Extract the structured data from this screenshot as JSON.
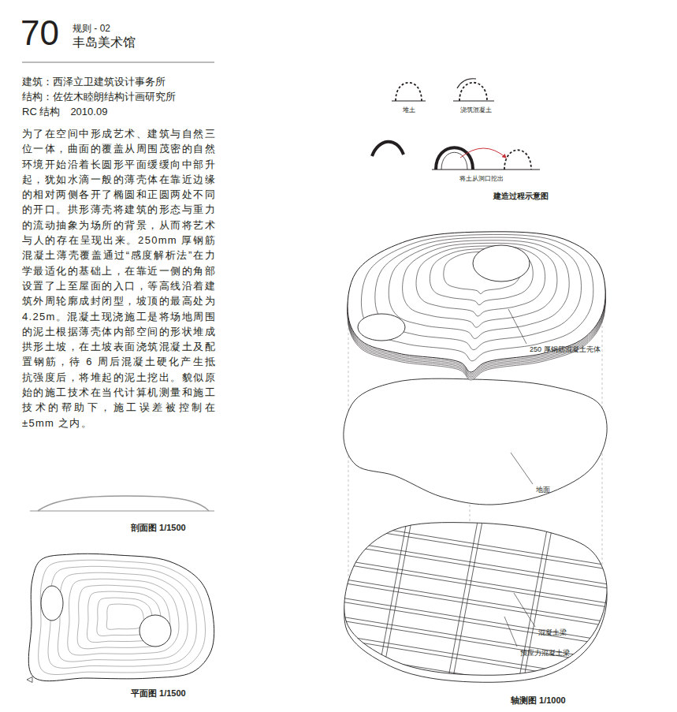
{
  "diagram": {
    "title": "丰岛美术馆",
    "labels": [
      "70",
      "规则 - 02",
      "建筑：西泽立卫建筑设计事务所",
      "结构：佐佐木睦朗结构计画研究所",
      "RC 结构　2010.09",
      "为了在空间中形成艺术、建筑与自然三位一体，曲面的覆盖从周围茂密的自然环境开始沿着长圆形平面缓缓向中部升起，犹如水滴一般的薄壳体在靠近边缘的相对两侧各开了椭圆和正圆两处不同的开口。拱形薄壳将建筑的形态与重力的流动抽象为场所的背景，从而将艺术与人的存在呈现出来。250mm 厚钢筋混凝土薄壳覆盖通过“感度解析法”在力学最适化的基础上，在靠近一侧的角部设置了上至屋面的入口，等高线沿着建筑外周轮廓成封闭型，坡顶的最高处为 4.25m。混凝土现浇施工是将场地周围的泥土根据薄壳体内部空间的形状堆成拱形土坡，在土坡表面浇筑混凝土及配置钢筋，待 6 周后混凝土硬化产生抵抗强度后，将堆起的泥土挖出。貌似原始的施工技术在当代计算机测量和施工技术的帮助下，施工误差被控制在 ±5mm 之内。",
      "剖面图 1/1500",
      "平面图 1/1500",
      "堆土",
      "浇筑混凝土",
      "将土从洞口挖出",
      "建造过程示意图",
      "250 厚钢筋混凝土壳体",
      "地面",
      "混凝土梁",
      "预应力混凝土梁",
      "轴测图 1/1000"
    ]
  }
}
